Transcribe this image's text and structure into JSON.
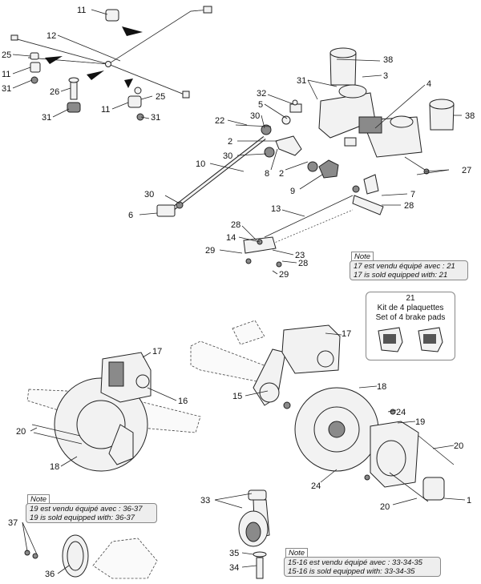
{
  "callouts": {
    "c11a": "11",
    "c12": "12",
    "c25a": "25",
    "c11b": "11",
    "c31a": "31",
    "c26": "26",
    "c31b": "31",
    "c11c": "11",
    "c25b": "25",
    "c31c": "31",
    "c38a": "38",
    "c31d": "31",
    "c3": "3",
    "c32": "32",
    "c4": "4",
    "c5": "5",
    "c30a": "30",
    "c22": "22",
    "c38b": "38",
    "c2a": "2",
    "c30b": "30",
    "c10": "10",
    "c8": "8",
    "c2b": "2",
    "c27": "27",
    "c9": "9",
    "c30c": "30",
    "c7": "7",
    "c6": "6",
    "c13": "13",
    "c28a": "28",
    "c28b": "28",
    "c14": "14",
    "c29a": "29",
    "c23": "23",
    "c28c": "28",
    "c29b": "29",
    "c17a": "17",
    "c16": "16",
    "c20a": "20",
    "c18a": "18",
    "c17b": "17",
    "c15": "15",
    "c18b": "18",
    "c24a": "24",
    "c19": "19",
    "c20b": "20",
    "c24b": "24",
    "c20c": "20",
    "c1": "1",
    "c37": "37",
    "c36": "36",
    "c33": "33",
    "c35": "35",
    "c34": "34"
  },
  "notes": {
    "note1": {
      "title": "Note",
      "line_fr": "17 est vendu équipé avec : 21",
      "line_en": "17 is sold equipped with: 21"
    },
    "note2": {
      "title": "Note",
      "line_fr": "19 est vendu équipé avec : 36-37",
      "line_en": "19 is sold equipped with: 36-37"
    },
    "note3": {
      "title": "Note",
      "line_fr": "15-16 est vendu équipé avec : 33-34-35",
      "line_en": "15-16 is sold equipped with: 33-34-35"
    }
  },
  "kit": {
    "number": "21",
    "line_fr": "Kit de 4 plaquettes",
    "line_en": "Set of 4 brake pads"
  }
}
